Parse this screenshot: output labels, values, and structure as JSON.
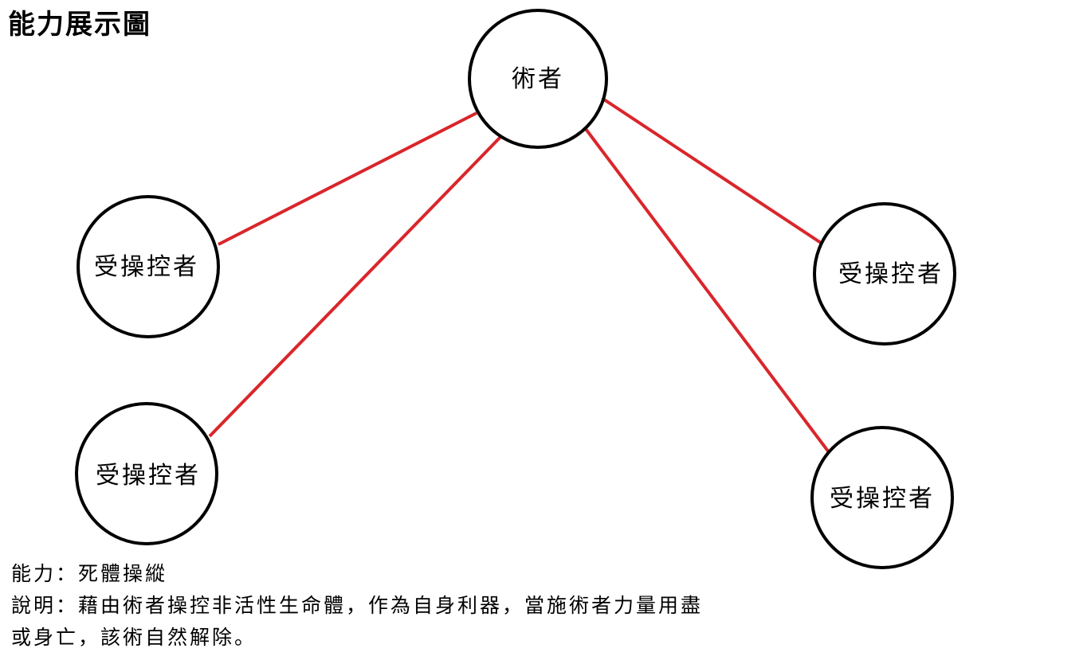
{
  "title": "能力展示圖",
  "colors": {
    "edge": "#d9262b",
    "node_stroke": "#000000",
    "background": "#ffffff"
  },
  "nodes": {
    "caster": {
      "label": "術者"
    },
    "controlled": [
      {
        "label": "受操控者"
      },
      {
        "label": "受操控者"
      },
      {
        "label": "受操控者"
      },
      {
        "label": "受操控者"
      }
    ]
  },
  "description": {
    "ability": "能力：死體操縱",
    "explanation_line1": "說明：藉由術者操控非活性生命體，作為自身利器，當施術者力量用盡",
    "explanation_line2": "或身亡，該術自然解除。"
  }
}
